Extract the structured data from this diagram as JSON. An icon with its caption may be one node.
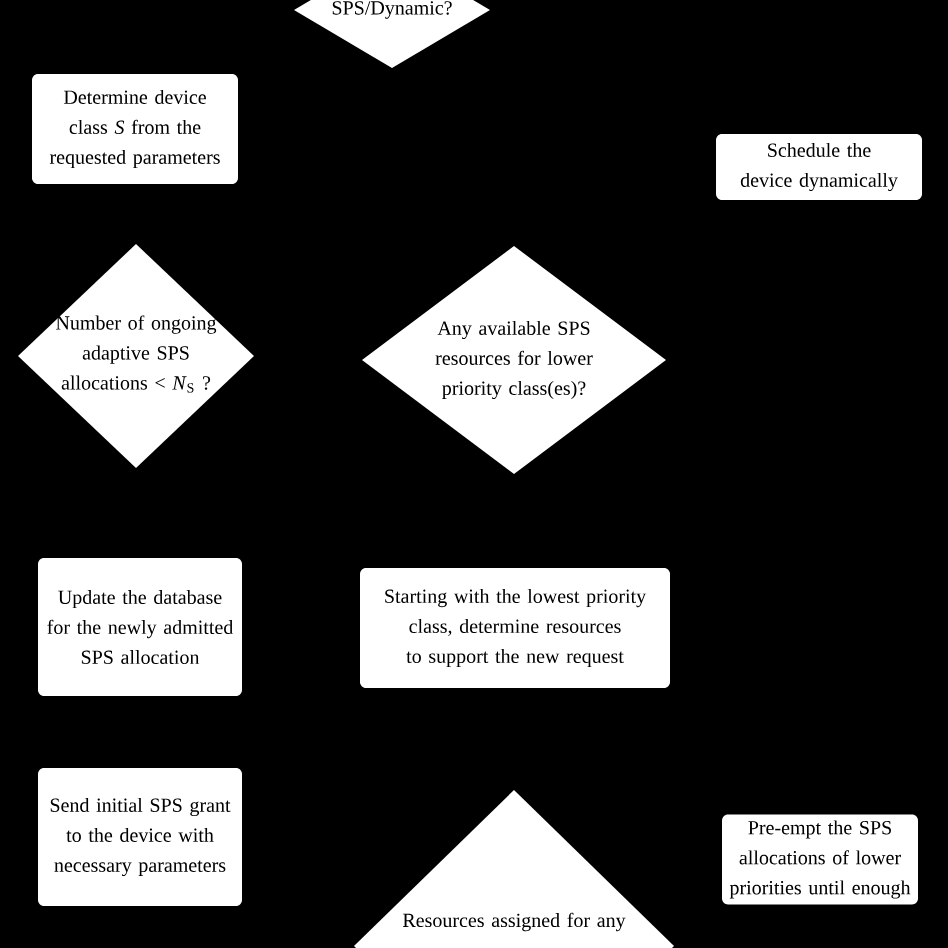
{
  "diagram": {
    "nodes": [
      {
        "text": [
          "SPS/Dynamic?"
        ]
      },
      {
        "text": [
          "Determine device class *S* from the requested parameters"
        ]
      },
      {
        "text": [
          "Schedule the device dynamically"
        ]
      },
      {
        "text": [
          "Number of ongoing adaptive SPS allocations < *N*$_{S}$ ?"
        ]
      },
      {
        "text": [
          "Any available SPS resources for lower priority class(es)?"
        ]
      },
      {
        "text": [
          "Update the database for the newly admitted SPS allocation"
        ]
      },
      {
        "text": [
          "Starting with the lowest priority class, determine resources to support the new request"
        ]
      },
      {
        "text": [
          "Send initial SPS grant to the device with necessary parameters"
        ]
      },
      {
        "text": [
          "Resources assigned for any"
        ]
      },
      {
        "text": [
          "Pre-empt the SPS allocations of lower priorities until enough"
        ]
      }
    ]
  }
}
